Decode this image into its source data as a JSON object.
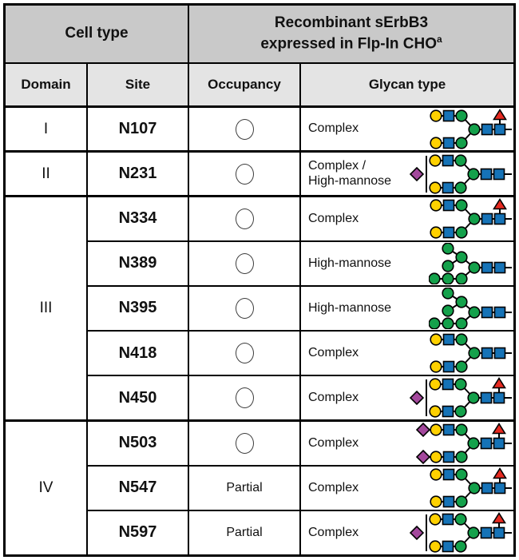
{
  "header": {
    "cell_type": "Cell type",
    "recombinant_line1": "Recombinant sErbB3",
    "recombinant_line2": "expressed in Flp-In CHO",
    "recombinant_sup": "a",
    "domain": "Domain",
    "site": "Site",
    "occupancy": "Occupancy",
    "glycan_type": "Glycan type"
  },
  "rows": [
    {
      "domain": "I",
      "site": "N107",
      "occupancy": "full",
      "glycan_label": "Complex",
      "glycan": "complex_fuc"
    },
    {
      "domain": "II",
      "site": "N231",
      "occupancy": "full",
      "glycan_label": "Complex /",
      "glycan_label2": "High-mannose",
      "glycan": "sia_bar_complex"
    },
    {
      "domain": "III",
      "site": "N334",
      "occupancy": "full",
      "glycan_label": "Complex",
      "glycan": "complex_fuc"
    },
    {
      "site": "N389",
      "occupancy": "full",
      "glycan_label": "High-mannose",
      "glycan": "highmannose"
    },
    {
      "site": "N395",
      "occupancy": "full",
      "glycan_label": "High-mannose",
      "glycan": "highmannose"
    },
    {
      "site": "N418",
      "occupancy": "full",
      "glycan_label": "Complex",
      "glycan": "complex"
    },
    {
      "site": "N450",
      "occupancy": "full",
      "glycan_label": "Complex",
      "glycan": "sia_bar_complex_fuc"
    },
    {
      "domain": "IV",
      "site": "N503",
      "occupancy": "full",
      "glycan_label": "Complex",
      "glycan": "sia2_complex_fuc"
    },
    {
      "site": "N547",
      "occupancy": "partial",
      "occupancy_label": "Partial",
      "glycan_label": "Complex",
      "glycan": "complex_fuc"
    },
    {
      "site": "N597",
      "occupancy": "partial",
      "occupancy_label": "Partial",
      "glycan_label": "Complex",
      "glycan": "sia_bar_complex_fuc"
    }
  ],
  "palette": {
    "yellow": "#ffd100",
    "blue": "#1673b7",
    "green": "#14a14b",
    "red": "#e62a21",
    "purple": "#a3489c",
    "stroke": "#000000"
  },
  "legend_note": {
    "yellow_circle": "galactose",
    "blue_square": "GlcNAc",
    "green_circle": "mannose",
    "red_triangle": "fucose",
    "purple_diamond": "sialic-acid"
  },
  "glycans": {
    "complex_fuc": {
      "w": 106,
      "h": 52,
      "edges": [
        [
          9,
          9,
          41,
          9
        ],
        [
          41,
          9,
          57,
          26
        ],
        [
          9,
          43,
          41,
          43
        ],
        [
          41,
          43,
          57,
          26
        ],
        [
          57,
          26,
          89,
          26
        ],
        [
          89,
          8,
          89,
          26
        ],
        [
          89,
          26,
          104,
          26
        ]
      ],
      "nodes": [
        [
          "c",
          "yellow",
          9,
          9
        ],
        [
          "s",
          "blue",
          25,
          9
        ],
        [
          "c",
          "green",
          41,
          9
        ],
        [
          "c",
          "yellow",
          9,
          43
        ],
        [
          "s",
          "blue",
          25,
          43
        ],
        [
          "c",
          "green",
          41,
          43
        ],
        [
          "c",
          "green",
          57,
          26
        ],
        [
          "s",
          "blue",
          73,
          26
        ],
        [
          "s",
          "blue",
          89,
          26
        ],
        [
          "t",
          "red",
          89,
          8
        ]
      ]
    },
    "complex": {
      "w": 106,
      "h": 52,
      "edges": [
        [
          9,
          9,
          41,
          9
        ],
        [
          41,
          9,
          57,
          26
        ],
        [
          9,
          43,
          41,
          43
        ],
        [
          41,
          43,
          57,
          26
        ],
        [
          57,
          26,
          89,
          26
        ],
        [
          89,
          26,
          104,
          26
        ]
      ],
      "nodes": [
        [
          "c",
          "yellow",
          9,
          9
        ],
        [
          "s",
          "blue",
          25,
          9
        ],
        [
          "c",
          "green",
          41,
          9
        ],
        [
          "c",
          "yellow",
          9,
          43
        ],
        [
          "s",
          "blue",
          25,
          43
        ],
        [
          "c",
          "green",
          41,
          43
        ],
        [
          "c",
          "green",
          57,
          26
        ],
        [
          "s",
          "blue",
          73,
          26
        ],
        [
          "s",
          "blue",
          89,
          26
        ]
      ]
    },
    "highmannose": {
      "w": 106,
      "h": 52,
      "edges": [
        [
          24,
          7,
          41,
          18
        ],
        [
          24,
          29,
          41,
          18
        ],
        [
          41,
          18,
          57,
          31
        ],
        [
          7,
          45,
          41,
          45
        ],
        [
          41,
          45,
          57,
          31
        ],
        [
          57,
          31,
          89,
          31
        ],
        [
          89,
          31,
          104,
          31
        ]
      ],
      "nodes": [
        [
          "c",
          "green",
          24,
          7
        ],
        [
          "c",
          "green",
          41,
          18
        ],
        [
          "c",
          "green",
          24,
          29
        ],
        [
          "c",
          "green",
          7,
          45
        ],
        [
          "c",
          "green",
          24,
          45
        ],
        [
          "c",
          "green",
          41,
          45
        ],
        [
          "c",
          "green",
          57,
          31
        ],
        [
          "s",
          "blue",
          73,
          31
        ],
        [
          "s",
          "blue",
          89,
          31
        ]
      ]
    },
    "sia_bar_complex": {
      "w": 130,
      "h": 52,
      "edges": [
        [
          21,
          3,
          21,
          49
        ],
        [
          32,
          9,
          64,
          9
        ],
        [
          64,
          9,
          80,
          26
        ],
        [
          32,
          43,
          64,
          43
        ],
        [
          64,
          43,
          80,
          26
        ],
        [
          80,
          26,
          112,
          26
        ],
        [
          112,
          26,
          128,
          26
        ]
      ],
      "nodes": [
        [
          "d",
          "purple",
          9,
          26
        ],
        [
          "c",
          "yellow",
          32,
          9
        ],
        [
          "s",
          "blue",
          48,
          9
        ],
        [
          "c",
          "green",
          64,
          9
        ],
        [
          "c",
          "yellow",
          32,
          43
        ],
        [
          "s",
          "blue",
          48,
          43
        ],
        [
          "c",
          "green",
          64,
          43
        ],
        [
          "c",
          "green",
          80,
          26
        ],
        [
          "s",
          "blue",
          96,
          26
        ],
        [
          "s",
          "blue",
          112,
          26
        ]
      ]
    },
    "sia_bar_complex_fuc": {
      "w": 130,
      "h": 52,
      "edges": [
        [
          21,
          3,
          21,
          49
        ],
        [
          32,
          9,
          64,
          9
        ],
        [
          64,
          9,
          80,
          26
        ],
        [
          32,
          43,
          64,
          43
        ],
        [
          64,
          43,
          80,
          26
        ],
        [
          80,
          26,
          112,
          26
        ],
        [
          112,
          8,
          112,
          26
        ],
        [
          112,
          26,
          128,
          26
        ]
      ],
      "nodes": [
        [
          "d",
          "purple",
          9,
          26
        ],
        [
          "c",
          "yellow",
          32,
          9
        ],
        [
          "s",
          "blue",
          48,
          9
        ],
        [
          "c",
          "green",
          64,
          9
        ],
        [
          "c",
          "yellow",
          32,
          43
        ],
        [
          "s",
          "blue",
          48,
          43
        ],
        [
          "c",
          "green",
          64,
          43
        ],
        [
          "c",
          "green",
          80,
          26
        ],
        [
          "s",
          "blue",
          96,
          26
        ],
        [
          "s",
          "blue",
          112,
          26
        ],
        [
          "t",
          "red",
          112,
          8
        ]
      ]
    },
    "sia2_complex_fuc": {
      "w": 122,
      "h": 52,
      "edges": [
        [
          9,
          9,
          57,
          9
        ],
        [
          57,
          9,
          72,
          26
        ],
        [
          9,
          43,
          57,
          43
        ],
        [
          57,
          43,
          72,
          26
        ],
        [
          72,
          26,
          104,
          26
        ],
        [
          104,
          8,
          104,
          26
        ],
        [
          104,
          26,
          120,
          26
        ]
      ],
      "nodes": [
        [
          "d",
          "purple",
          9,
          9
        ],
        [
          "c",
          "yellow",
          25,
          9
        ],
        [
          "s",
          "blue",
          41,
          9
        ],
        [
          "c",
          "green",
          57,
          9
        ],
        [
          "d",
          "purple",
          9,
          43
        ],
        [
          "c",
          "yellow",
          25,
          43
        ],
        [
          "s",
          "blue",
          41,
          43
        ],
        [
          "c",
          "green",
          57,
          43
        ],
        [
          "c",
          "green",
          72,
          26
        ],
        [
          "s",
          "blue",
          88,
          26
        ],
        [
          "s",
          "blue",
          104,
          26
        ],
        [
          "t",
          "red",
          104,
          8
        ]
      ]
    }
  }
}
